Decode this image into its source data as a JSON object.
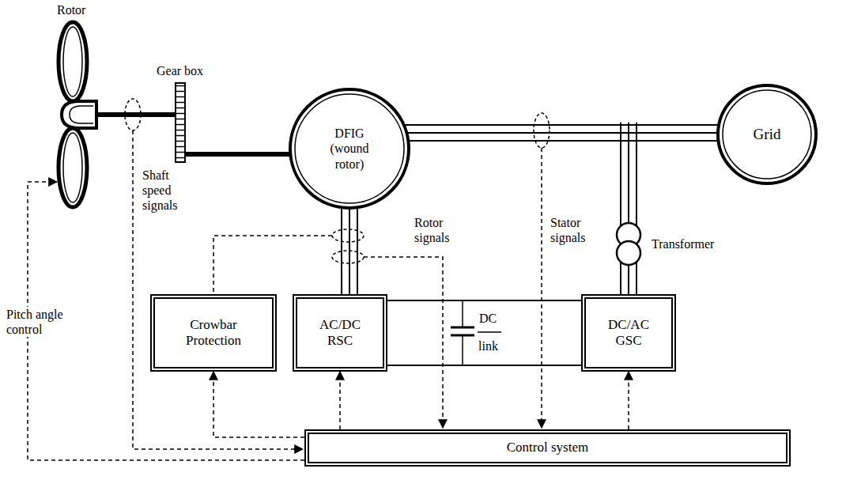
{
  "diagram": {
    "nodes": [
      {
        "text": [
          "DFIG (wound rotor)"
        ]
      },
      {
        "text": [
          "Grid"
        ]
      },
      {
        "text": [
          "Crowbar Protection"
        ]
      },
      {
        "text": [
          "AC/DC RSC"
        ]
      },
      {
        "text": [
          "DC/AC GSC"
        ]
      },
      {
        "text": [
          "Control system"
        ]
      }
    ],
    "edges": [
      {
        "from": 0,
        "to": 1,
        "arrow": "none"
      },
      {
        "from": 0,
        "to": 3,
        "arrow": "none"
      },
      {
        "from": 3,
        "to": 4,
        "arrow": "none"
      },
      {
        "from": 5,
        "to": 2,
        "arrow": "to"
      },
      {
        "from": 5,
        "to": 3,
        "arrow": "to"
      },
      {
        "from": 5,
        "to": 4,
        "arrow": "to"
      }
    ],
    "labels": [
      "Rotor",
      "Gear box",
      "Shaft speed signals",
      "Pitch angle control",
      "Rotor signals",
      "Stator signals",
      "Transformer",
      "DC",
      "link"
    ]
  }
}
